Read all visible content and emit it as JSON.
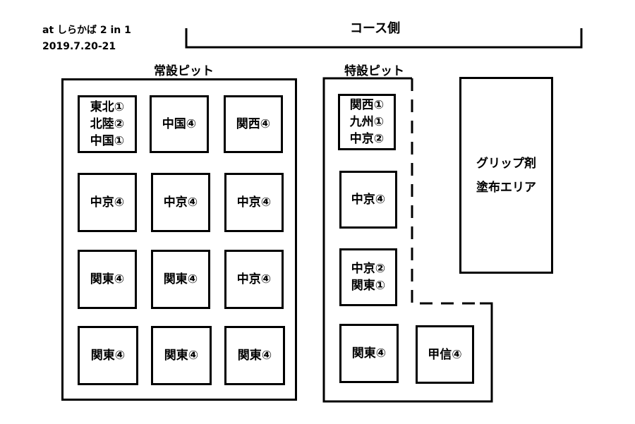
{
  "header": {
    "event_line1": "at しらかば 2 in 1",
    "event_line2": "2019.7.20-21",
    "course_side": "コース側"
  },
  "sections": {
    "regular_title": "常設ピット",
    "special_title": "特設ピット",
    "grip_area": "グリップ剤\n塗布エリア"
  },
  "regular_pits": [
    "東北①\n北陸②\n中国①",
    "中国④",
    "関西④",
    "中京④",
    "中京④",
    "中京④",
    "関東④",
    "関東④",
    "中京④",
    "関東④",
    "関東④",
    "関東④"
  ],
  "special_pits": [
    "関西①\n九州①\n中京②",
    "中京④",
    "中京②\n関東①",
    "関東④",
    "甲信④"
  ]
}
